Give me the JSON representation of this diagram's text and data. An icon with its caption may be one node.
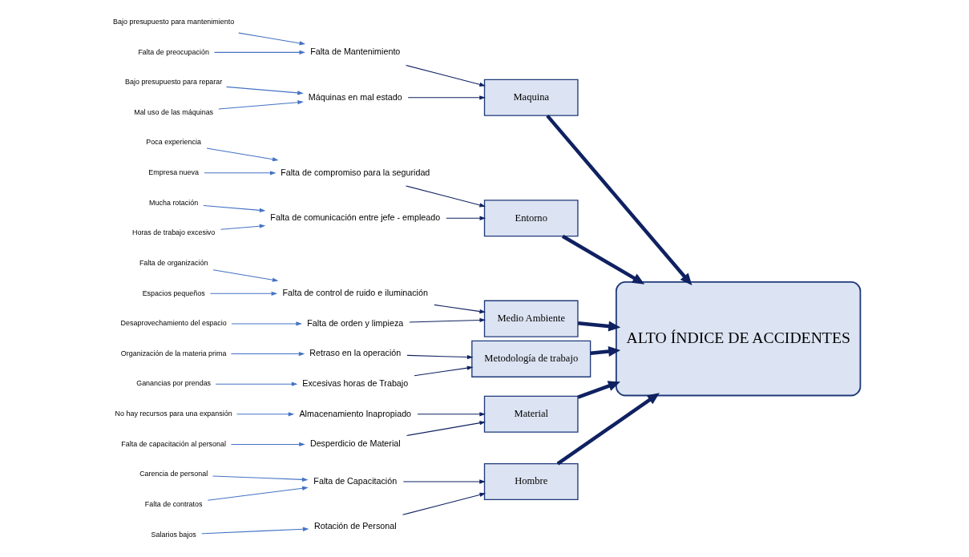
{
  "diagram": {
    "nodes": [
      {
        "text": [
          "Hombre"
        ]
      },
      {
        "text": [
          "Maquina"
        ]
      },
      {
        "text": [
          "Entorno"
        ]
      },
      {
        "text": [
          "Falta de Capacitación"
        ]
      },
      {
        "text": [
          "Carencia de personal"
        ]
      },
      {
        "text": [
          "Falta de contratos"
        ]
      },
      {
        "text": [
          "Rotación de Personal"
        ]
      },
      {
        "text": [
          "Salarios bajos"
        ]
      },
      {
        "text": [
          "Falta de Mantenimiento"
        ]
      },
      {
        "text": [
          "Bajo presupuesto para mantenimiento"
        ]
      },
      {
        "text": [
          "Falta de preocupación"
        ]
      },
      {
        "text": [
          "Máquinas en mal estado"
        ]
      },
      {
        "text": [
          "Bajo presupuesto para reparar"
        ]
      },
      {
        "text": [
          "Mal uso de las máquinas"
        ]
      },
      {
        "text": [
          "Falta de compromiso para la seguridad"
        ]
      },
      {
        "text": [
          "Poca experiencia"
        ]
      },
      {
        "text": [
          "Empresa nueva"
        ]
      },
      {
        "text": [
          "Falta de comunicación entre jefe - empleado"
        ]
      },
      {
        "text": [
          "Mucha rotación"
        ]
      },
      {
        "text": [
          "Horas de trabajo excesivo"
        ]
      },
      {
        "text": [
          "ALTO ÍNDICE DE ACCIDENTES"
        ]
      },
      {
        "text": [
          "Falta de control de ruido e iluminación"
        ]
      },
      {
        "text": [
          "Falta de organización"
        ]
      },
      {
        "text": [
          "Espacios pequeños"
        ]
      },
      {
        "text": [
          "Falta de orden y limpieza"
        ]
      },
      {
        "text": [
          "Desaprovechamiento del espacio"
        ]
      },
      {
        "text": [
          "Retraso en la operación"
        ]
      },
      {
        "text": [
          "Organización de la materia prima"
        ]
      },
      {
        "text": [
          "Excesivas horas de Trabajo"
        ]
      },
      {
        "text": [
          "Ganancias por prendas"
        ]
      },
      {
        "text": [
          "Almacenamiento Inapropiado"
        ]
      },
      {
        "text": [
          "No hay recursos para una expansión"
        ]
      },
      {
        "text": [
          "Desperdicio de Material"
        ]
      },
      {
        "text": [
          "Falta de capacitación al personal"
        ]
      },
      {
        "text": [
          "Medio Ambiente"
        ]
      },
      {
        "text": [
          "Metodología de trabajo"
        ]
      },
      {
        "text": [
          "Material"
        ]
      }
    ],
    "edges": [
      {
        "from": 0,
        "to": 20,
        "arrow": "to",
        "style": "thick"
      },
      {
        "from": 1,
        "to": 20,
        "arrow": "to",
        "style": "thick"
      },
      {
        "from": 2,
        "to": 20,
        "arrow": "to",
        "style": "thick"
      },
      {
        "from": 34,
        "to": 20,
        "arrow": "to",
        "style": "thick"
      },
      {
        "from": 35,
        "to": 20,
        "arrow": "to",
        "style": "thick"
      },
      {
        "from": 36,
        "to": 20,
        "arrow": "to",
        "style": "thick"
      },
      {
        "from": 3,
        "to": 0,
        "arrow": "to"
      },
      {
        "from": 4,
        "to": 3,
        "arrow": "to",
        "color": "#4472c4"
      },
      {
        "from": 5,
        "to": 3,
        "arrow": "to",
        "color": "#4472c4"
      },
      {
        "from": 6,
        "to": 0,
        "arrow": "to"
      },
      {
        "from": 7,
        "to": 6,
        "arrow": "to",
        "color": "#4472c4"
      },
      {
        "from": 8,
        "to": 1,
        "arrow": "to"
      },
      {
        "from": 9,
        "to": 8,
        "arrow": "to",
        "color": "#4472c4"
      },
      {
        "from": 10,
        "to": 8,
        "arrow": "to",
        "color": "#4472c4"
      },
      {
        "from": 11,
        "to": 1,
        "arrow": "to"
      },
      {
        "from": 12,
        "to": 11,
        "arrow": "to",
        "color": "#4472c4"
      },
      {
        "from": 13,
        "to": 11,
        "arrow": "to",
        "color": "#4472c4"
      },
      {
        "from": 14,
        "to": 2,
        "arrow": "to"
      },
      {
        "from": 15,
        "to": 14,
        "arrow": "to",
        "color": "#4472c4"
      },
      {
        "from": 16,
        "to": 14,
        "arrow": "to",
        "color": "#4472c4"
      },
      {
        "from": 17,
        "to": 2,
        "arrow": "to"
      },
      {
        "from": 18,
        "to": 17,
        "arrow": "to",
        "color": "#4472c4"
      },
      {
        "from": 19,
        "to": 17,
        "arrow": "to",
        "color": "#4472c4"
      },
      {
        "from": 21,
        "to": 34,
        "arrow": "to"
      },
      {
        "from": 22,
        "to": 21,
        "arrow": "to",
        "color": "#4472c4"
      },
      {
        "from": 23,
        "to": 21,
        "arrow": "to",
        "color": "#4472c4"
      },
      {
        "from": 24,
        "to": 34,
        "arrow": "to"
      },
      {
        "from": 25,
        "to": 24,
        "arrow": "to",
        "color": "#4472c4"
      },
      {
        "from": 26,
        "to": 35,
        "arrow": "to"
      },
      {
        "from": 27,
        "to": 26,
        "arrow": "to",
        "color": "#4472c4"
      },
      {
        "from": 28,
        "to": 35,
        "arrow": "to"
      },
      {
        "from": 29,
        "to": 28,
        "arrow": "to",
        "color": "#4472c4"
      },
      {
        "from": 30,
        "to": 36,
        "arrow": "to"
      },
      {
        "from": 31,
        "to": 30,
        "arrow": "to",
        "color": "#4472c4"
      },
      {
        "from": 32,
        "to": 36,
        "arrow": "to"
      },
      {
        "from": 33,
        "to": 32,
        "arrow": "to",
        "color": "#4472c4"
      }
    ]
  }
}
